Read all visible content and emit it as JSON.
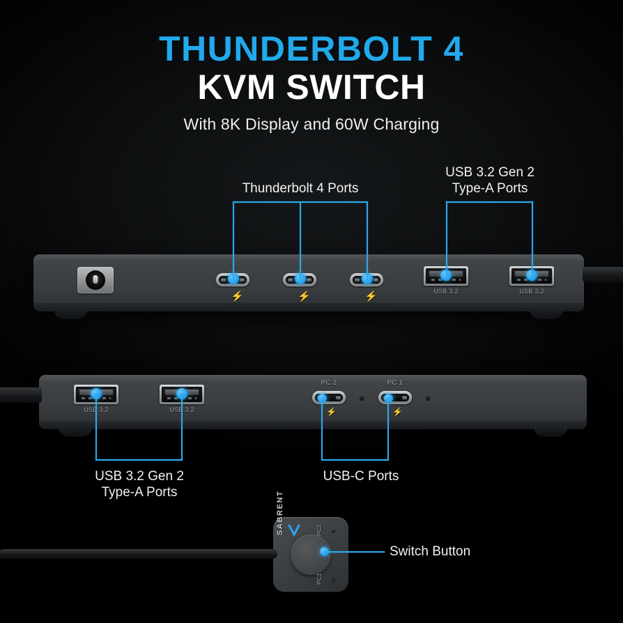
{
  "headline": {
    "line1": "THUNDERBOLT 4",
    "line2": "KVM SWITCH",
    "subtitle": "With 8K Display and 60W Charging"
  },
  "colors": {
    "accent_blue": "#29a9ec",
    "title_blue": "#21a9ec",
    "text_white": "#f2f2f2",
    "background": "#000000",
    "chassis_gray": "#3d4043"
  },
  "callouts": {
    "thunderbolt_ports": "Thunderbolt 4 Ports",
    "usb_a_top": "USB 3.2 Gen 2\nType-A Ports",
    "usb_a_bottom": "USB 3.2 Gen 2\nType-A Ports",
    "usb_c_ports": "USB-C Ports",
    "switch_button": "Switch Button"
  },
  "top_device": {
    "name": "rear-panel",
    "ports": [
      {
        "type": "dc-power-jack",
        "label": ""
      },
      {
        "type": "thunderbolt",
        "label": "",
        "icon": "lightning-bolt-icon"
      },
      {
        "type": "thunderbolt",
        "label": "",
        "icon": "lightning-bolt-icon"
      },
      {
        "type": "thunderbolt",
        "label": "",
        "icon": "lightning-bolt-icon"
      },
      {
        "type": "usb-a",
        "label": "USB 3.2"
      },
      {
        "type": "usb-a",
        "label": "USB 3.2"
      }
    ]
  },
  "bottom_device": {
    "name": "front-panel",
    "ports": [
      {
        "type": "usb-a",
        "label": "USB 3.2"
      },
      {
        "type": "usb-a",
        "label": "USB 3.2"
      },
      {
        "type": "usb-c",
        "label": "PC 2",
        "icon": "lightning-bolt-icon"
      },
      {
        "type": "usb-c",
        "label": "PC 1",
        "icon": "lightning-bolt-icon"
      }
    ]
  },
  "remote": {
    "brand": "SABRENT",
    "pc2_label": "PC2",
    "pc1_label": "PC1"
  }
}
